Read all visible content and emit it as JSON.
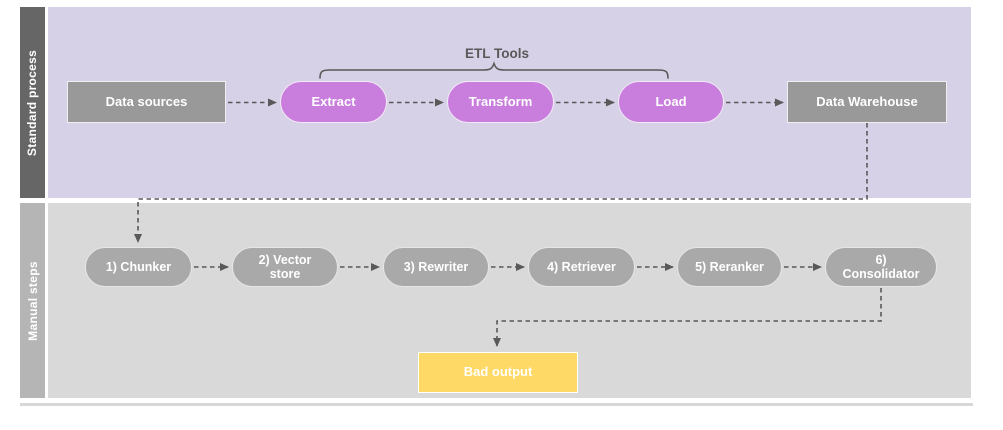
{
  "lanes": {
    "standard": {
      "label": "Standard process"
    },
    "manual": {
      "label": "Manual steps"
    }
  },
  "groups": {
    "etl_tools": "ETL Tools"
  },
  "standard_process": {
    "data_sources": "Data sources",
    "extract": "Extract",
    "transform": "Transform",
    "load": "Load",
    "data_warehouse": "Data Warehouse"
  },
  "manual_steps": {
    "chunker": "1) Chunker",
    "vector_store": "2) Vector store",
    "rewriter": "3) Rewriter",
    "retriever": "4) Retriever",
    "reranker": "5) Reranker",
    "consolidator": "6) Consolidator"
  },
  "result": {
    "bad_output": "Bad output"
  },
  "colors": {
    "standard_lane_bg": "#d7d1e7",
    "manual_lane_bg": "#d9d9d9",
    "standard_lane_label_bg": "#666666",
    "manual_lane_label_bg": "#b5b5b5",
    "etl_step_fill": "#c97edd",
    "gray_node_fill": "#999999",
    "manual_step_fill": "#a9a9a9",
    "bad_output_fill": "#ffd966",
    "connector_stroke": "#595959"
  }
}
